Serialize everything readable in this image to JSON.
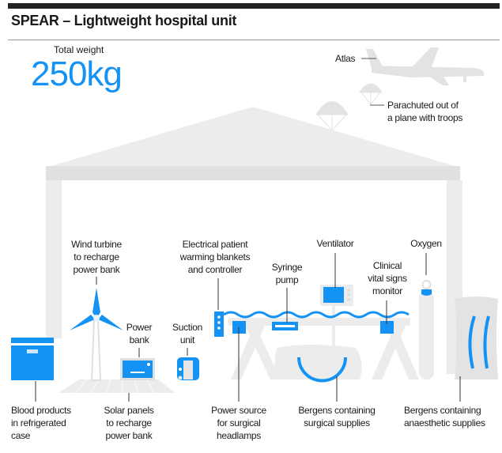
{
  "title": "SPEAR – Lightweight hospital unit",
  "total_weight": {
    "label": "Total weight",
    "value": "250kg"
  },
  "labels": {
    "atlas": "Atlas",
    "parachuted": "Parachuted out of\na plane with troops",
    "wind_turbine": "Wind turbine\nto recharge\npower bank",
    "power_bank": "Power\nbank",
    "suction_unit": "Suction\nunit",
    "warming_blankets": "Electrical patient\nwarming blankets\nand controller",
    "syringe_pump": "Syringe\npump",
    "ventilator": "Ventilator",
    "vital_signs": "Clinical\nvital signs\nmonitor",
    "oxygen": "Oxygen",
    "blood_products": "Blood products\nin refrigerated\ncase",
    "solar_panels": "Solar panels\nto recharge\npower bank",
    "power_source": "Power source\nfor surgical\nheadlamps",
    "bergens_surgical": "Bergens containing\nsurgical supplies",
    "bergens_anaesthetic": "Bergens containing\nanaesthetic supplies"
  },
  "colors": {
    "accent": "#1493f5",
    "structure": "#e6e6e6",
    "text": "#1a1a1a"
  }
}
